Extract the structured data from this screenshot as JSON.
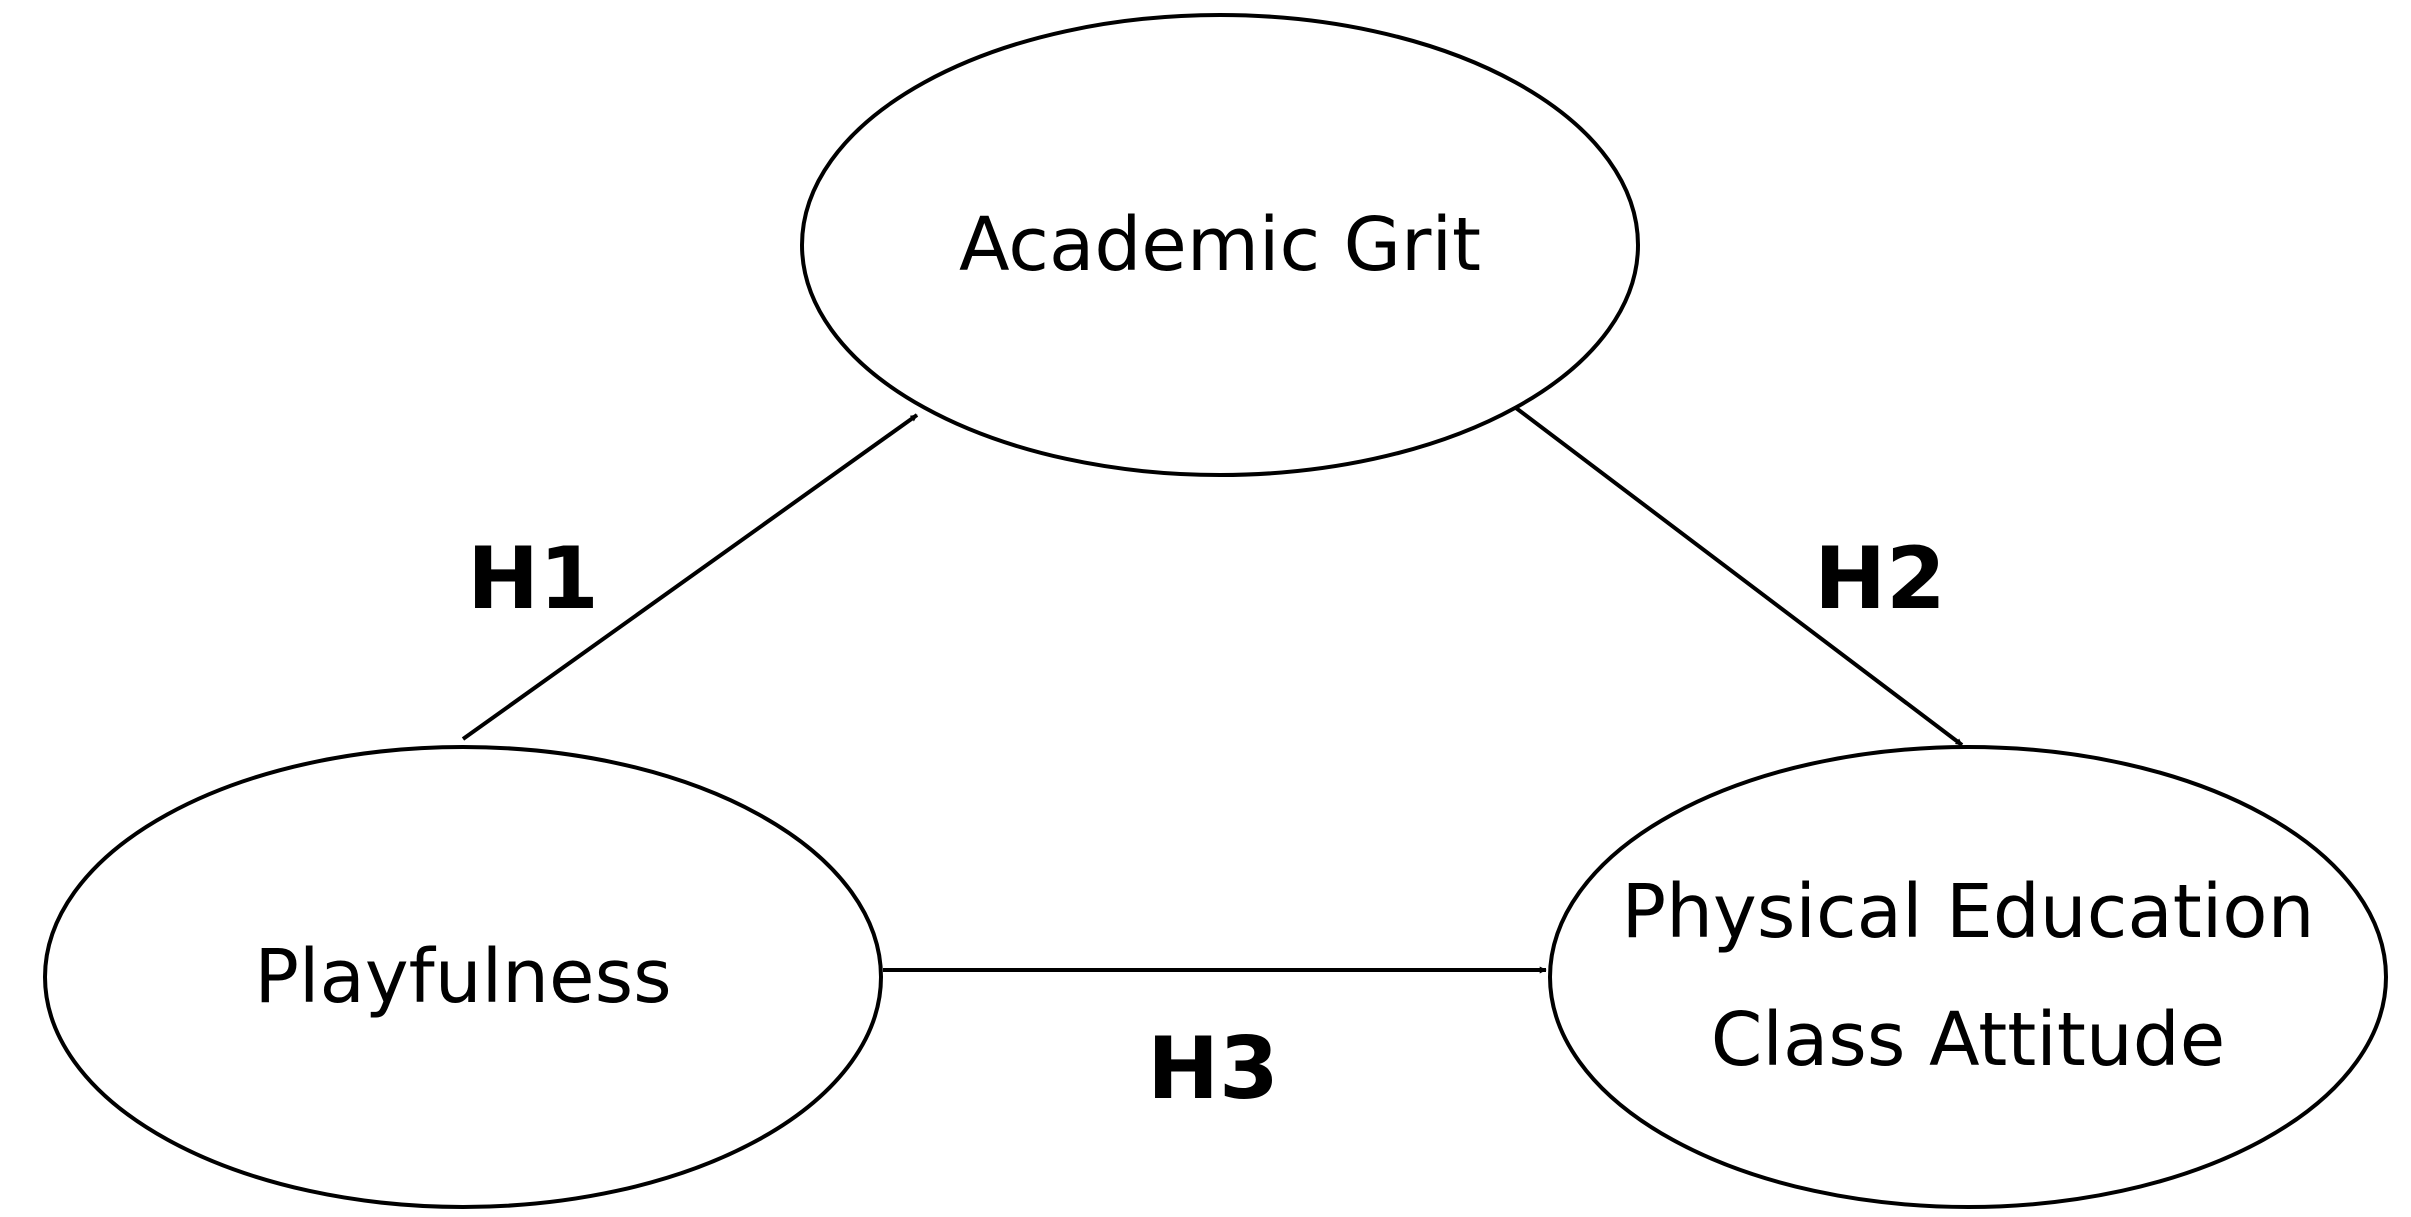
{
  "diagram": {
    "nodes": {
      "academic_grit": {
        "label_lines": [
          "Academic Grit"
        ]
      },
      "playfulness": {
        "label_lines": [
          "Playfulness"
        ]
      },
      "pe_class_attitude": {
        "label_lines": [
          "Physical Education",
          "Class Attitude"
        ]
      }
    },
    "edges": {
      "h1": {
        "label": "H1",
        "from": "Playfulness",
        "to": "Academic Grit"
      },
      "h2": {
        "label": "H2",
        "from": "Academic Grit",
        "to": "Physical Education Class Attitude"
      },
      "h3": {
        "label": "H3",
        "from": "Playfulness",
        "to": "Physical Education Class Attitude"
      }
    },
    "colors": {
      "stroke": "#000000",
      "background": "#ffffff"
    }
  }
}
